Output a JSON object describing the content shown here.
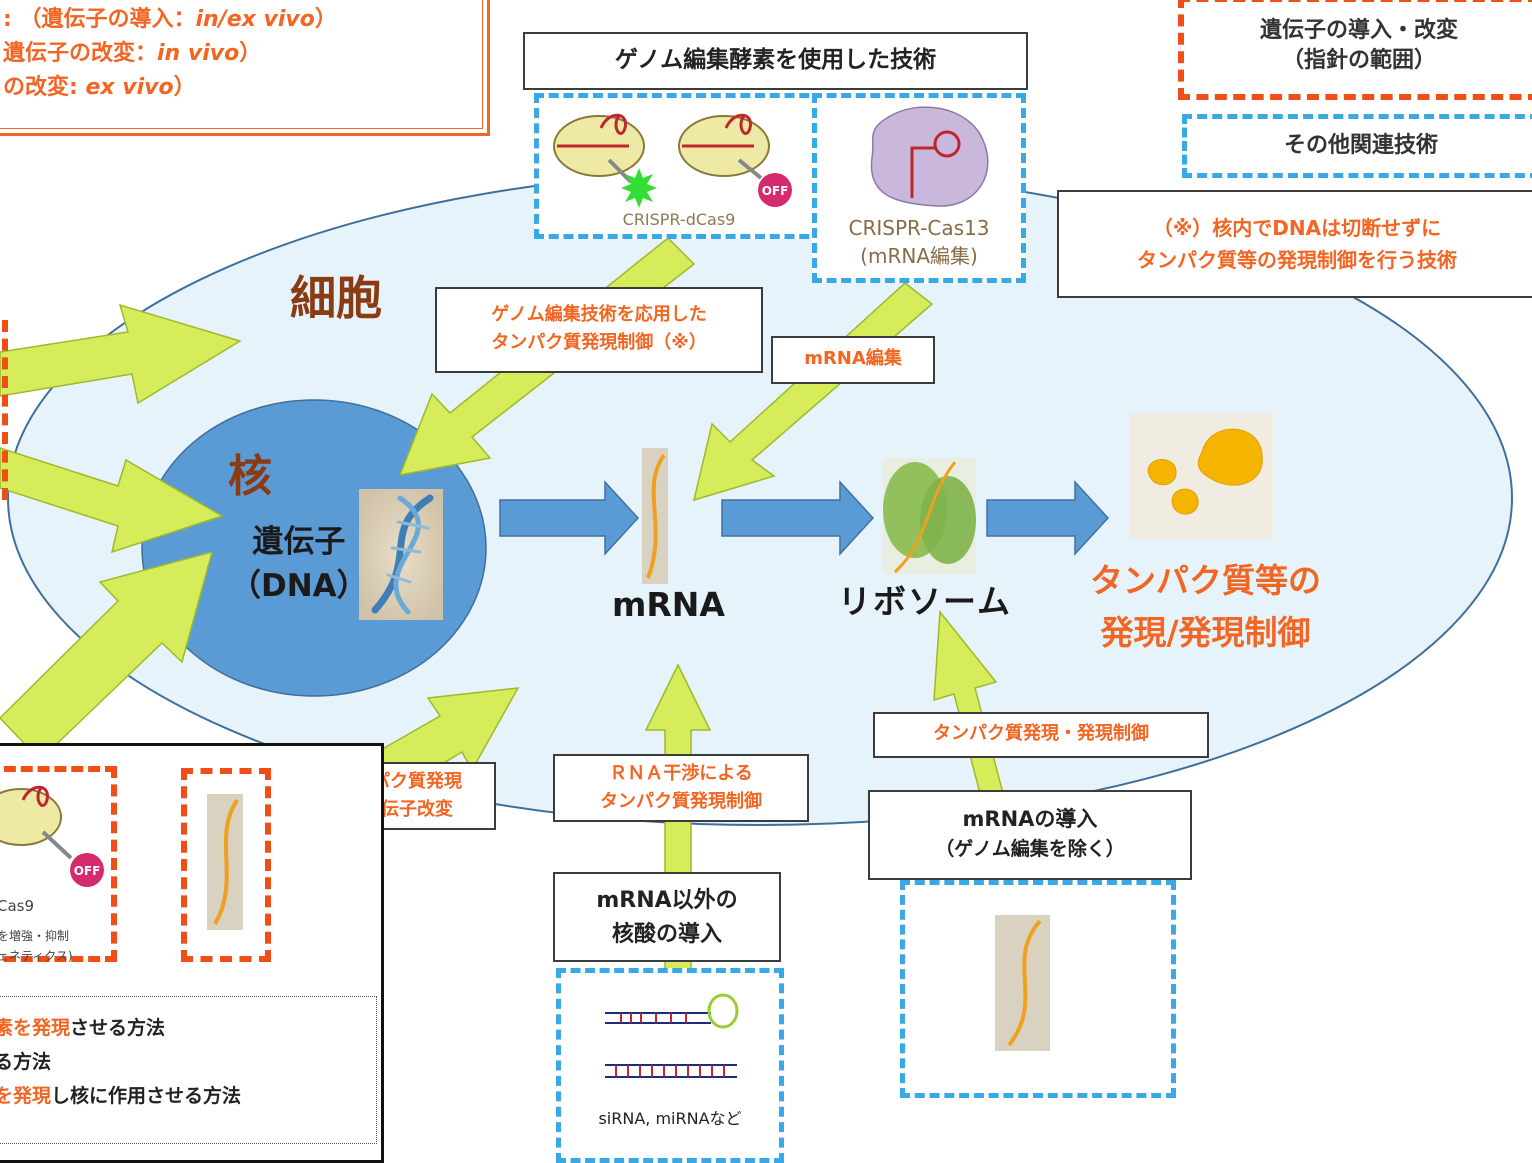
{
  "colors": {
    "cell": "#e6f3fb",
    "nucleus": "#5b9bd5",
    "arrow_green": "#d6ec5a",
    "arrow_blue": "#5b9bd5",
    "accent_orange": "#f26522",
    "brown": "#8a3b12",
    "red_dash": "#f04e16",
    "blue_dash": "#39a8e6"
  },
  "top_left_box": {
    "line1_pre": ": （遺伝子の導入：",
    "line1_it": "in/ex vivo",
    "line1_post": "）",
    "line2_pre": "遺伝子の改変：",
    "line2_it": "in vivo",
    "line2_post": "）",
    "line3_pre": "の改変: ",
    "line3_it": "ex vivo",
    "line3_post": "）"
  },
  "legend": {
    "guideline_line1": "遺伝子の導入・改変",
    "guideline_line2": "（指針の範囲）",
    "other": "その他関連技術"
  },
  "genome_tech_title": "ゲノム編集酵素を使用した技術",
  "dcas9_label": "CRISPR-dCas9",
  "cas13_line1": "CRISPR-Cas13",
  "cas13_line2": "(mRNA編集)",
  "off_badge": "OFF",
  "note_line1": "（※）核内でDNAは切断せずに",
  "note_line2": "タンパク質等の発現制御を行う技術",
  "cell_label": "細胞",
  "nucleus_label": "核",
  "gene_line1": "遺伝子",
  "gene_line2": "（DNA）",
  "mrna_label": "mRNA",
  "ribosome_label": "リボソーム",
  "protein_line1": "タンパク質等の",
  "protein_line2": "発現/発現制御",
  "genome_apply_line1": "ゲノム編集技術を応用した",
  "genome_apply_line2": "タンパク質発現制御（※）",
  "mrna_edit_label": "mRNA編集",
  "protein_expr_ctrl": "タンパク質発現・発現制御",
  "rnai_line1": "ＲＮＡ干渉による",
  "rnai_line2": "タンパク質発現制御",
  "protein_gene_line1": "タンパク質発現",
  "protein_gene_line2": "＋遺伝子改変",
  "mrna_intro_line1": "mRNAの導入",
  "mrna_intro_line2": "（ゲノム編集を除く）",
  "nucleic_line1": "mRNA以外の",
  "nucleic_line2": "核酸の導入",
  "sirna_label": "siRNA, miRNAなど",
  "bl_cas9": "Cas9",
  "bl_enhance": "を増強・抑制",
  "bl_epigen": "ェネティクス)",
  "bl_methods": [
    {
      "hl": "素を発現",
      "rest": "させる方法"
    },
    {
      "hl": "",
      "rest": "る方法"
    },
    {
      "hl": "を発現",
      "rest": "し核に作用させる方法"
    }
  ]
}
